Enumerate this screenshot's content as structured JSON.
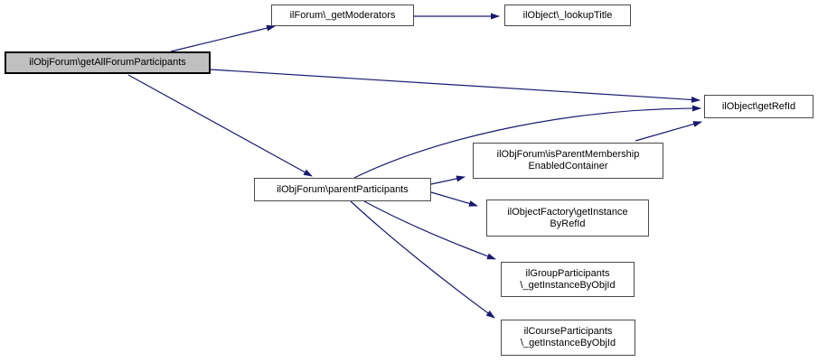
{
  "diagram": {
    "type": "call-graph",
    "background": "#ffffff",
    "edge_color": "#191970",
    "node_fill": "#ffffff",
    "node_border_color": "#4a4a4a",
    "highlight_fill": "#c0c0c0",
    "highlight_border_color": "#000000",
    "text_color": "#000000"
  },
  "nodes": [
    {
      "id": "getAllForumParticipants",
      "highlighted": true,
      "lines": [
        "ilObjForum\\getAllForumParticipants"
      ]
    },
    {
      "id": "getModerators",
      "highlighted": false,
      "lines": [
        "ilForum\\_getModerators"
      ]
    },
    {
      "id": "lookupTitle",
      "highlighted": false,
      "lines": [
        "ilObject\\_lookupTitle"
      ]
    },
    {
      "id": "getRefId",
      "highlighted": false,
      "lines": [
        "ilObject\\getRefId"
      ]
    },
    {
      "id": "parentParticipants",
      "highlighted": false,
      "lines": [
        "ilObjForum\\parentParticipants"
      ]
    },
    {
      "id": "isParentMembershipEnabledContainer",
      "highlighted": false,
      "lines": [
        "ilObjForum\\isParentMembership",
        "EnabledContainer"
      ]
    },
    {
      "id": "getInstanceByRefId",
      "highlighted": false,
      "lines": [
        "ilObjectFactory\\getInstance",
        "ByRefId"
      ]
    },
    {
      "id": "groupGetInstanceByObjId",
      "highlighted": false,
      "lines": [
        "ilGroupParticipants",
        "\\_getInstanceByObjId"
      ]
    },
    {
      "id": "courseGetInstanceByObjId",
      "highlighted": false,
      "lines": [
        "ilCourseParticipants",
        "\\_getInstanceByObjId"
      ]
    }
  ],
  "edges": [
    {
      "from": "ilObjForum\\getAllForumParticipants",
      "to": "ilForum\\_getModerators"
    },
    {
      "from": "ilForum\\_getModerators",
      "to": "ilObject\\_lookupTitle"
    },
    {
      "from": "ilObjForum\\getAllForumParticipants",
      "to": "ilObject\\getRefId"
    },
    {
      "from": "ilObjForum\\getAllForumParticipants",
      "to": "ilObjForum\\parentParticipants"
    },
    {
      "from": "ilObjForum\\parentParticipants",
      "to": "ilObject\\getRefId"
    },
    {
      "from": "ilObjForum\\parentParticipants",
      "to": "ilObjForum\\isParentMembershipEnabledContainer"
    },
    {
      "from": "ilObjForum\\isParentMembershipEnabledContainer",
      "to": "ilObject\\getRefId"
    },
    {
      "from": "ilObjForum\\parentParticipants",
      "to": "ilObjectFactory\\getInstanceByRefId"
    },
    {
      "from": "ilObjForum\\parentParticipants",
      "to": "ilGroupParticipants\\_getInstanceByObjId"
    },
    {
      "from": "ilObjForum\\parentParticipants",
      "to": "ilCourseParticipants\\_getInstanceByObjId"
    }
  ]
}
